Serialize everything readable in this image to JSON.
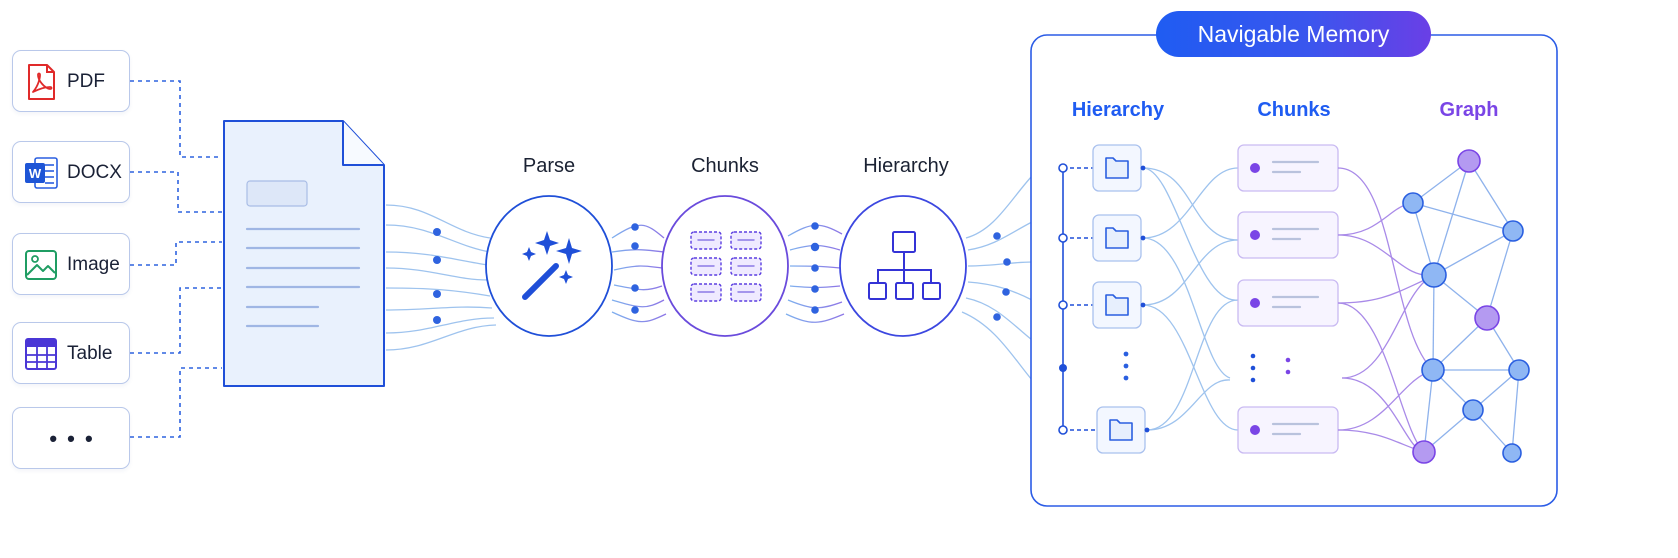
{
  "sources": [
    {
      "label": "PDF",
      "icon": "pdf-icon"
    },
    {
      "label": "DOCX",
      "icon": "word-docx-icon"
    },
    {
      "label": "Image",
      "icon": "image-icon"
    },
    {
      "label": "Table",
      "icon": "table-icon"
    },
    {
      "label": "• • •",
      "icon": "more-dots-icon"
    }
  ],
  "stages": {
    "parse": "Parse",
    "chunks": "Chunks",
    "hierarchy": "Hierarchy"
  },
  "memory": {
    "title": "Navigable Memory",
    "columns": {
      "hierarchy": "Hierarchy",
      "chunks": "Chunks",
      "graph": "Graph"
    }
  },
  "colors": {
    "blue": "#1f5cf2",
    "purple": "#7a45e6",
    "line_blue": "#9ec3ee",
    "line_purple": "#a98ae8",
    "node_blue": "#8fb7f4",
    "node_purple": "#b49af1"
  }
}
